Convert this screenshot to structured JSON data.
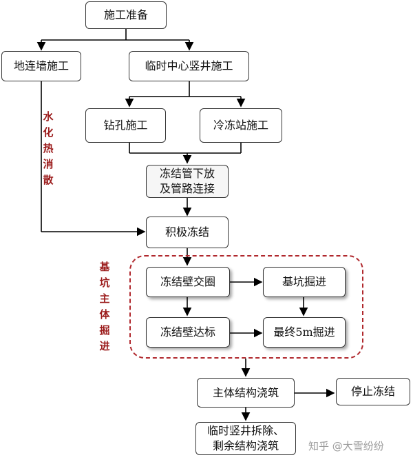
{
  "nodes": {
    "prep": "施工准备",
    "wall": "地连墙施工",
    "shaft": "临时中心竖井施工",
    "drill": "钻孔施工",
    "cold": "冷冻站施工",
    "pipe": "冻结管下放\n及管路连接",
    "active": "积极冻结",
    "ring": "冻结壁交圈",
    "pit": "基坑掘进",
    "target": "冻结壁达标",
    "final": "最终5m掘进",
    "pour": "主体结构浇筑",
    "stop": "停止冻结",
    "remove": "临时竖井拆除、\n剩余结构浇筑"
  },
  "labels": {
    "hydration": "水化热消散",
    "excavation": "基坑主体掘进"
  },
  "watermark": "知乎 @大雪纷纷"
}
